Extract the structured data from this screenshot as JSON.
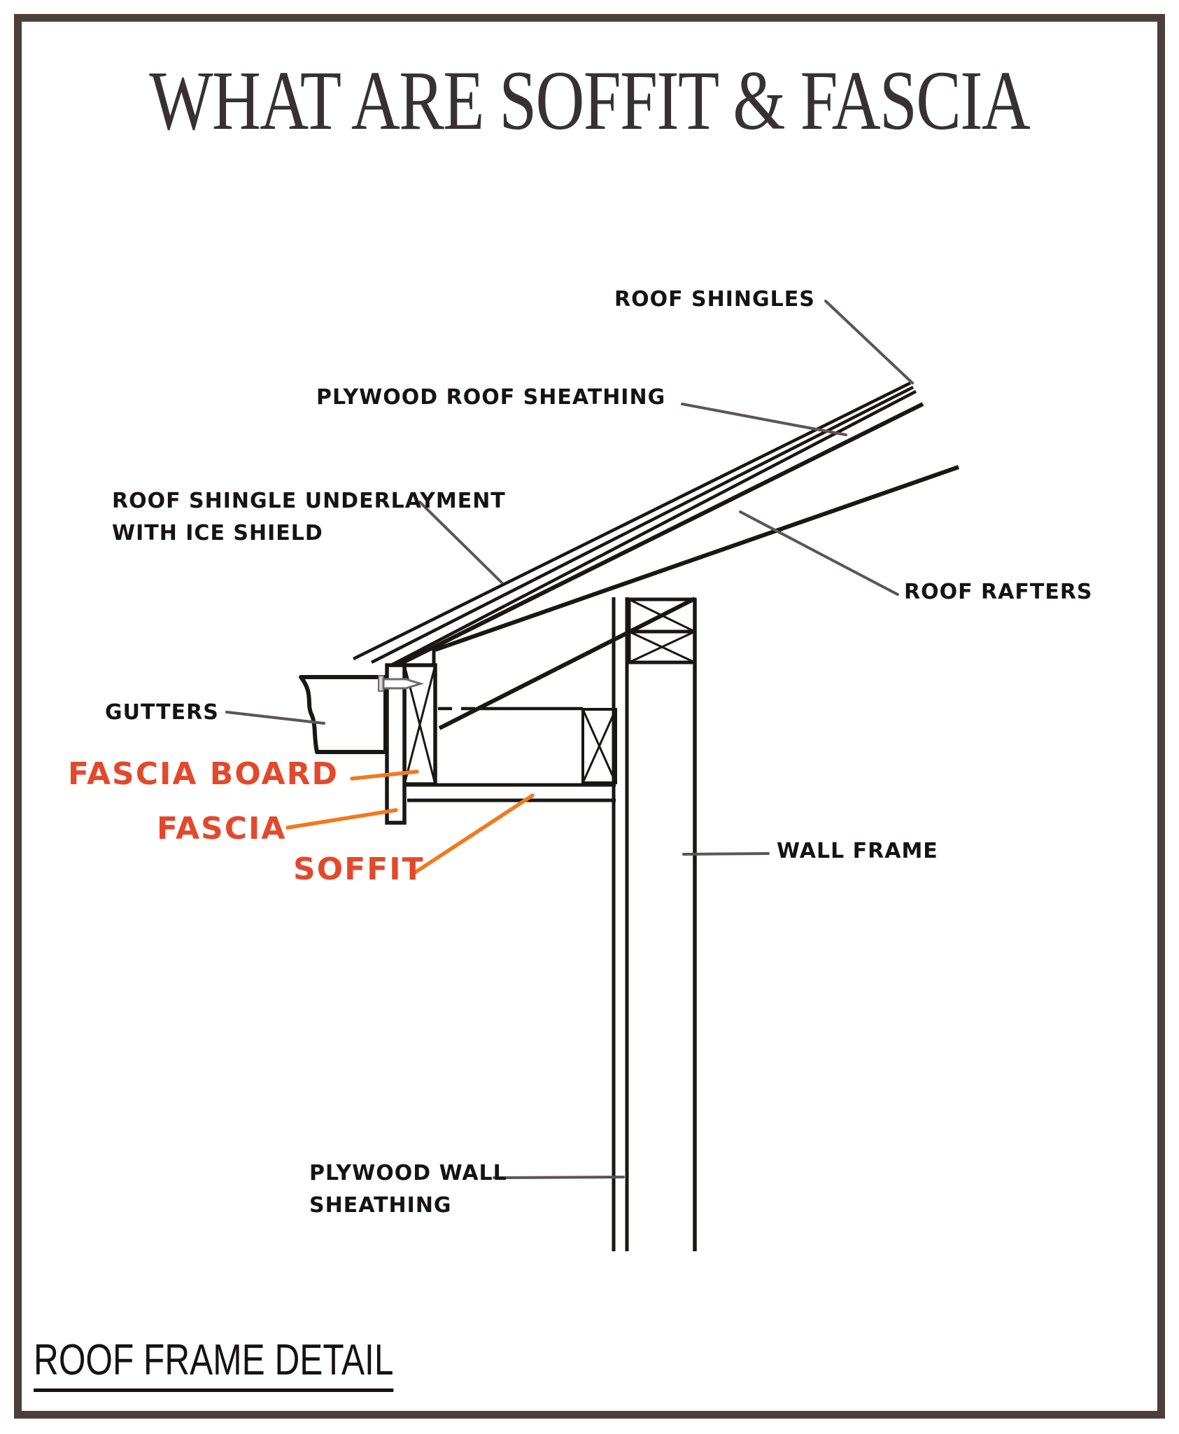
{
  "page": {
    "title": "WHAT ARE SOFFIT & FASCIA",
    "caption": "ROOF FRAME DETAIL"
  },
  "colors": {
    "border": "#4a3f3b",
    "linework": "#1a1614",
    "leader_gray": "#5d5455",
    "accent_red": "#e2492c",
    "accent_orange": "#f2791f"
  },
  "labels": {
    "roof_shingles": "ROOF SHINGLES",
    "plywood_roof_sheathing": "PLYWOOD ROOF SHEATHING",
    "underlayment_line1": "ROOF SHINGLE UNDERLAYMENT",
    "underlayment_line2": "WITH ICE SHIELD",
    "roof_rafters": "ROOF RAFTERS",
    "gutters": "GUTTERS",
    "fascia_board": "FASCIA BOARD",
    "fascia": "FASCIA",
    "soffit": "SOFFIT",
    "wall_frame": "WALL FRAME",
    "plywood_wall_line1": "PLYWOOD WALL",
    "plywood_wall_line2": "SHEATHING"
  }
}
